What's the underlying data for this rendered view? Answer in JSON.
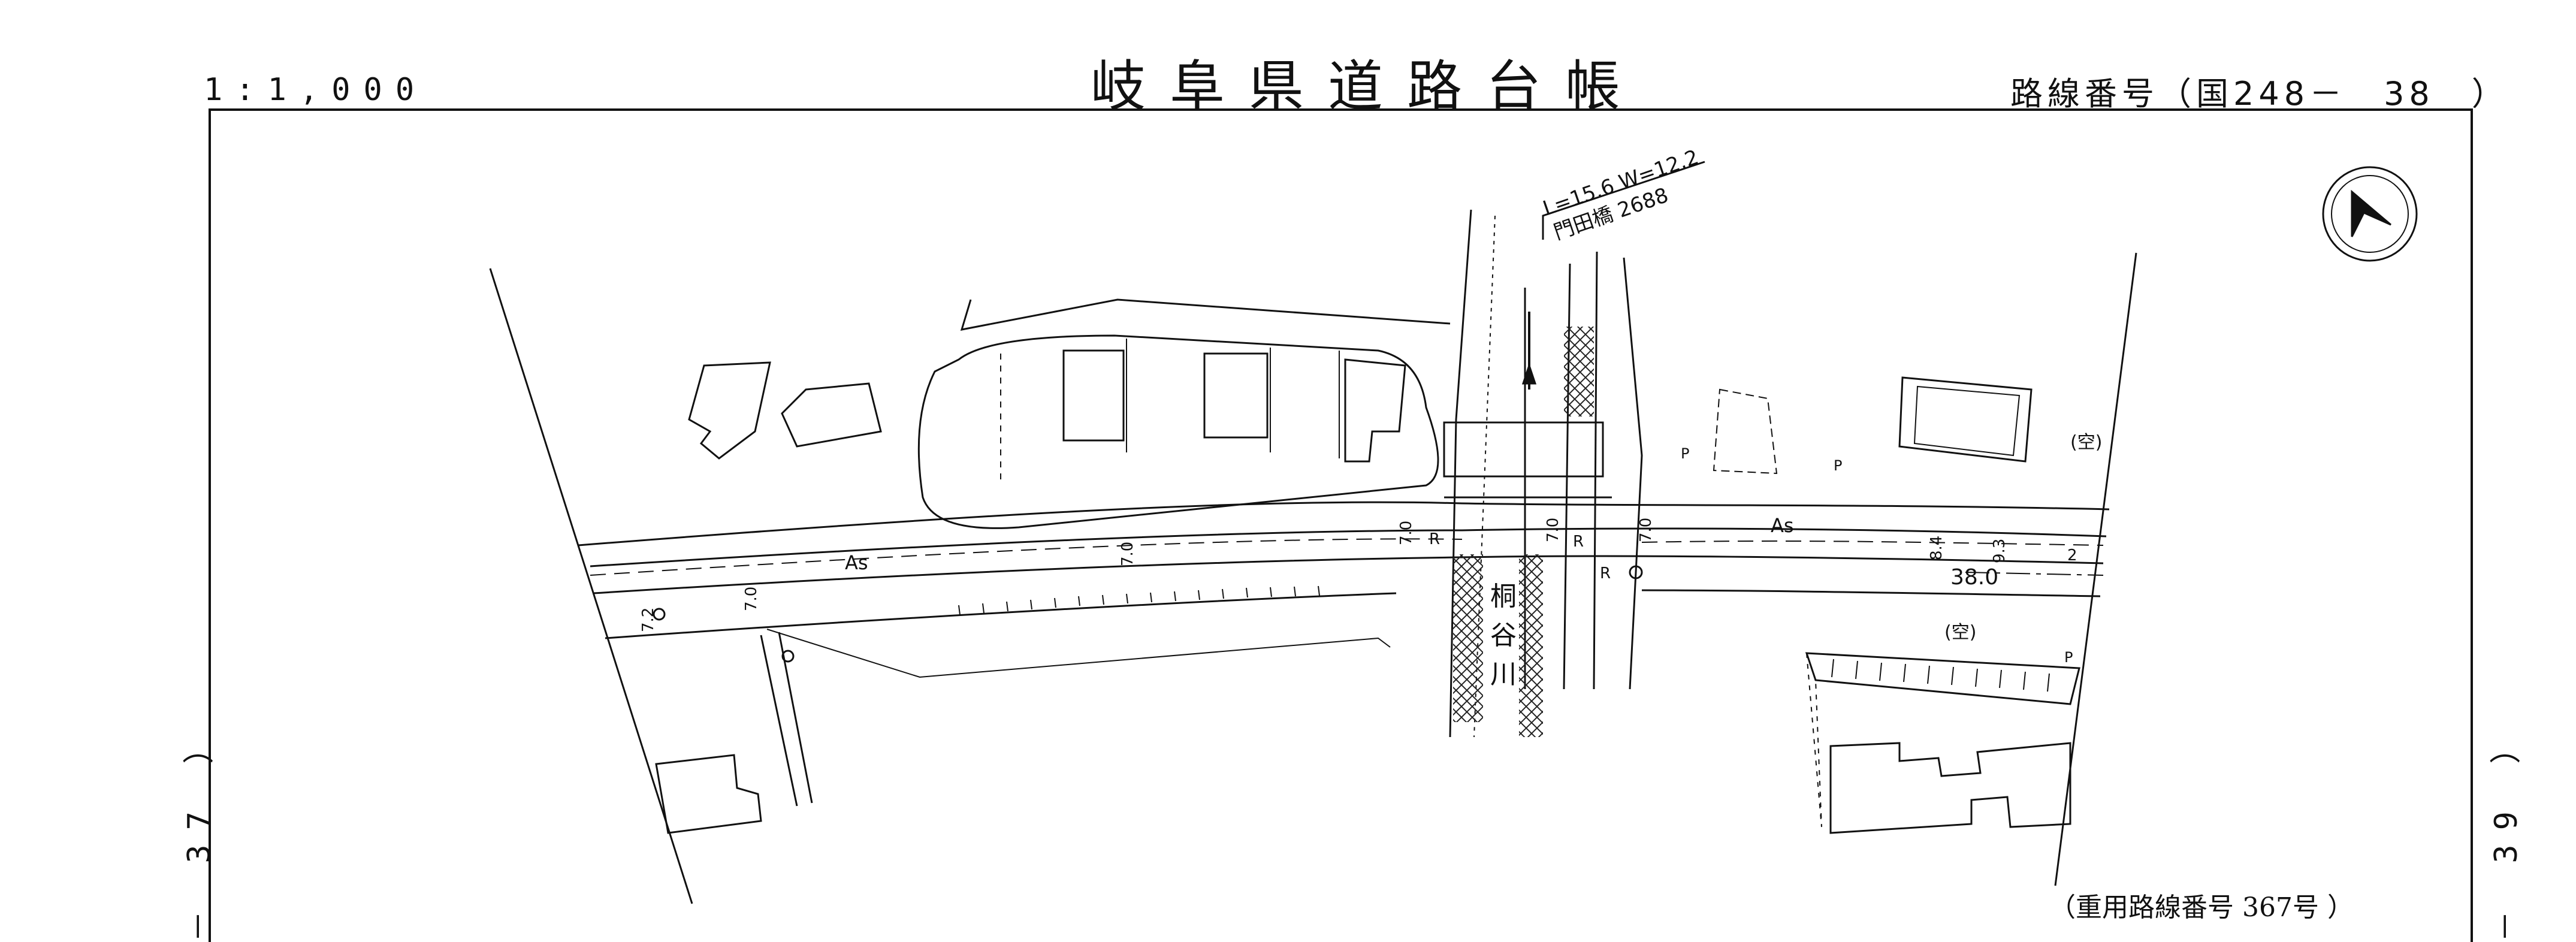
{
  "sheet": {
    "title": "岐阜県道路台帳",
    "scale": "1:1,000",
    "route_number": "路線番号（国248－　38　）",
    "heavy_route_number": "（重用路線番号 367号 ）",
    "prev_sheet": "－ 37 ）",
    "next_sheet": "－ 39 ）"
  },
  "map": {
    "bridge_spec": "L=15.6  W=12.2",
    "bridge_name": "門田橋 2688",
    "river_chars": [
      "桐",
      "谷",
      "川"
    ],
    "pavement_labels": [
      "As",
      "As"
    ],
    "distance_label": "38.0",
    "vacant_labels": [
      "(空)",
      "(空)"
    ],
    "width_labels": [
      "7.0",
      "7.0",
      "7.0",
      "7.0",
      "7.0",
      "7.2",
      "8.4",
      "9.3",
      "2"
    ],
    "marker_labels": [
      "R",
      "R",
      "R",
      "P",
      "P",
      "P"
    ],
    "north_arrow": "north-arrow"
  }
}
